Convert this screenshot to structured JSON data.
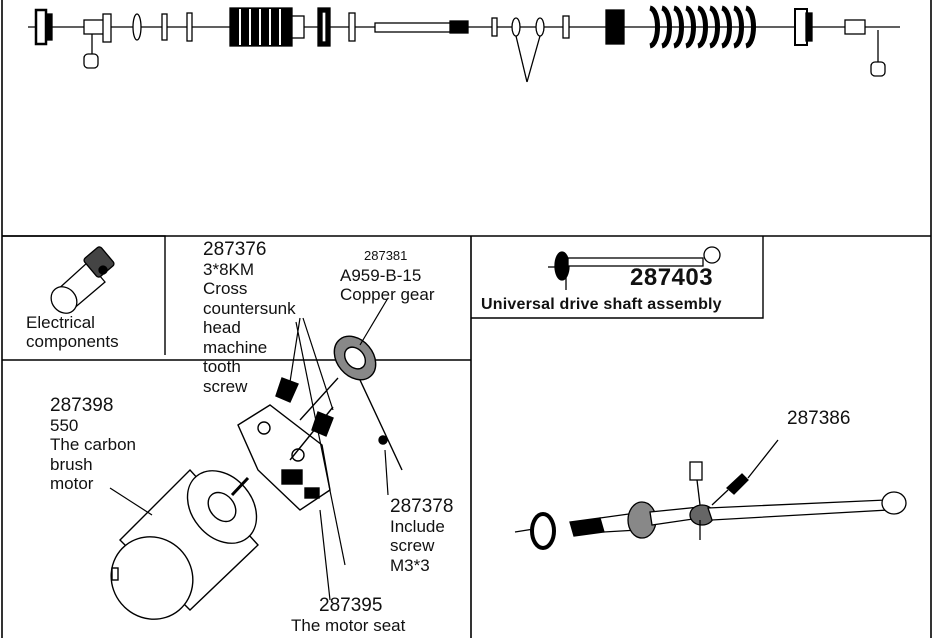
{
  "electrical_box": {
    "line1": "Electrical",
    "line2": "components"
  },
  "screw_callout": {
    "part_no": "287376",
    "lines": [
      "3*8KM",
      "Cross",
      "countersunk",
      "head",
      "machine",
      "tooth",
      "screw"
    ]
  },
  "gear_callout": {
    "part_no": "287381",
    "lines": [
      "A959-B-15",
      "Copper gear"
    ]
  },
  "motor_callout": {
    "part_no": "287398",
    "lines": [
      "550",
      "The carbon",
      "brush",
      "motor"
    ]
  },
  "include_screw_callout": {
    "part_no": "287378",
    "lines": [
      "Include",
      "screw",
      "M3*3"
    ]
  },
  "motor_seat_callout": {
    "part_no": "287395",
    "lines": [
      "The motor seat"
    ]
  },
  "drive_shaft_box": {
    "part_no": "287403",
    "caption": "Universal drive shaft assembly"
  },
  "cup_callout": {
    "part_no": "287386"
  }
}
